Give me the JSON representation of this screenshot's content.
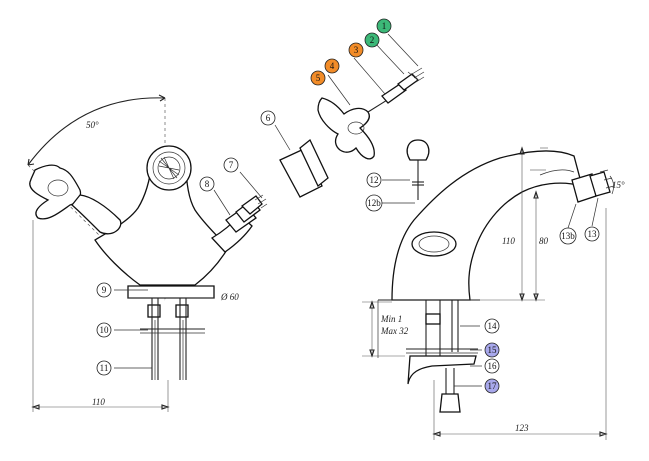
{
  "colors": {
    "green": "#3cb878",
    "orange": "#f28c28",
    "blue": "#a8a8ec",
    "plain": "#ffffff",
    "line": "#222222"
  },
  "annotations": {
    "angle_left": "50°",
    "angle_right": "15°",
    "diameter": "Ø 60",
    "width_left": "110",
    "width_right": "123",
    "height_110": "110",
    "height_80": "80",
    "min_label": "Min 1",
    "max_label": "Max 32"
  },
  "callouts": [
    {
      "label": "1",
      "color": "green"
    },
    {
      "label": "2",
      "color": "green"
    },
    {
      "label": "3",
      "color": "orange"
    },
    {
      "label": "4",
      "color": "orange"
    },
    {
      "label": "5",
      "color": "orange"
    },
    {
      "label": "6",
      "color": "plain"
    },
    {
      "label": "7",
      "color": "plain"
    },
    {
      "label": "8",
      "color": "plain"
    },
    {
      "label": "9",
      "color": "plain"
    },
    {
      "label": "10",
      "color": "plain"
    },
    {
      "label": "11",
      "color": "plain"
    },
    {
      "label": "12",
      "color": "plain"
    },
    {
      "label": "12b",
      "color": "plain"
    },
    {
      "label": "13b",
      "color": "plain"
    },
    {
      "label": "13",
      "color": "plain"
    },
    {
      "label": "14",
      "color": "plain"
    },
    {
      "label": "15",
      "color": "blue"
    },
    {
      "label": "16",
      "color": "plain"
    },
    {
      "label": "17",
      "color": "blue"
    }
  ]
}
